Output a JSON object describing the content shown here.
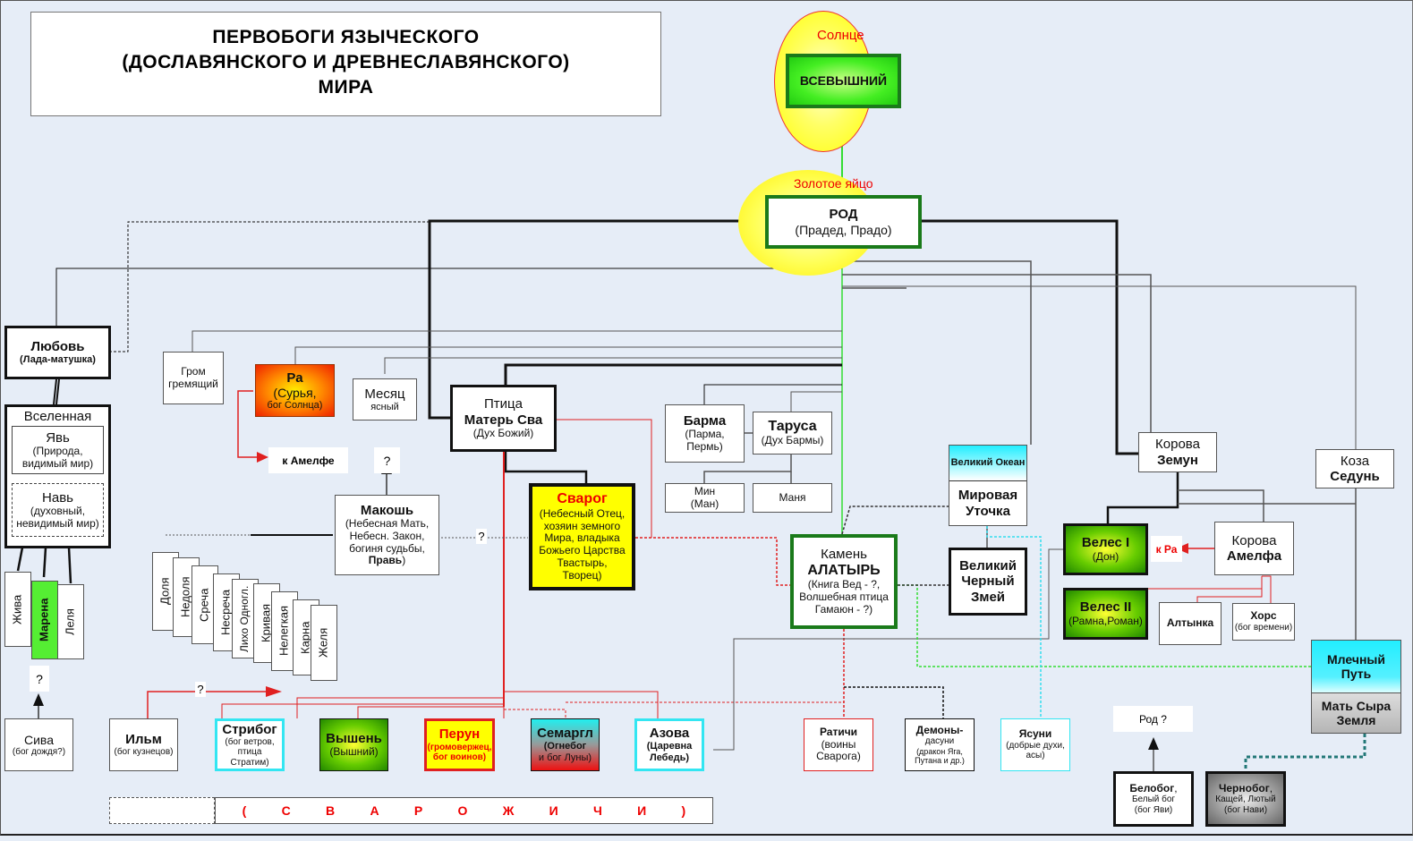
{
  "title": {
    "line1": "ПЕРВОБОГИ  ЯЗЫЧЕСКОГО",
    "line2": "(ДОСЛАВЯНСКОГО  И  ДРЕВНЕСЛАВЯНСКОГО)",
    "line3": "МИРА"
  },
  "sun": {
    "label": "Солнце",
    "god": "ВСЕВЫШНИЙ"
  },
  "egg": {
    "label": "Золотое  яйцо",
    "god": "РОД",
    "sub": "(Прадед, Прадо)"
  },
  "lyubov": {
    "name": "Любовь",
    "sub": "(Лада-матушка)"
  },
  "universe": {
    "label": "Вселенная",
    "yav": {
      "name": "Явь",
      "sub": "(Природа, видимый мир)"
    },
    "nav": {
      "name": "Навь",
      "sub": "(духовный, невидимый мир)"
    }
  },
  "daughters": [
    "Жива",
    "Марена",
    "Леля"
  ],
  "grom": {
    "line1": "Гром",
    "line2": "гремящий"
  },
  "ra": {
    "name": "Ра",
    "sub1": "(Сурья,",
    "sub2": "бог Солнца)"
  },
  "mesyats": {
    "name": "Месяц",
    "sub": "ясный"
  },
  "to_amelfa": "к  Амелфе",
  "question": "?",
  "makosh": {
    "name": "Макошь",
    "sub": "(Небесная Мать, Небесн. Закон, богиня судьбы,",
    "prav": "Правь",
    "close": ")"
  },
  "fates": [
    "Доля",
    "Недоля",
    "Среча",
    "Несреча",
    "Лихо Одногл.",
    "Кривая",
    "Нелегкая",
    "Карна",
    "Желя"
  ],
  "ptitsa": {
    "line1": "Птица",
    "name": "Матерь Сва",
    "sub": "(Дух Божий)"
  },
  "svarog": {
    "name": "Сварог",
    "sub": "(Небесный Отец, хозяин земного Мира, владыка Божьего Царства Твастырь, Творец)"
  },
  "barma": {
    "name": "Барма",
    "sub": "(Парма, Пермь)"
  },
  "tarusa": {
    "name": "Таруса",
    "sub": "(Дух Бармы)"
  },
  "min": {
    "line1": "Мин",
    "line2": "(Ман)"
  },
  "manya": "Маня",
  "ocean": {
    "top": "Великий Океан",
    "name": "Мировая Уточка"
  },
  "alatyr": {
    "line1": "Камень",
    "name": "АЛАТЫРЬ",
    "sub": "(Книга Вед - ?, Волшебная птица Гамаюн - ?)"
  },
  "zmey": {
    "name": "Великий Черный Змей"
  },
  "korova_zemun": {
    "line1": "Корова",
    "name": "Земун"
  },
  "koza": {
    "line1": "Коза",
    "name": "Седунь"
  },
  "veles1": {
    "name": "Велес I",
    "sub": "(Дон)"
  },
  "veles2": {
    "name": "Велес II",
    "sub": "(Рамна,Роман)"
  },
  "to_ra": "к  Ра",
  "amelfa": {
    "line1": "Корова",
    "name": "Амелфа"
  },
  "altynka": "Алтынка",
  "hors": {
    "name": "Хорс",
    "sub": "(бог времени)"
  },
  "mlechny": {
    "name": "Млечный Путь",
    "bottom": "Мать Сыра Земля"
  },
  "siva": {
    "name": "Сива",
    "sub": "(бог дождя?)"
  },
  "ilm": {
    "name": "Ильм",
    "sub": "(бог кузнецов)"
  },
  "stribog": {
    "name": "Стрибог",
    "sub": "(бог ветров, птица Стратим)"
  },
  "vyshen": {
    "name": "Вышень",
    "sub": "(Вышний)"
  },
  "perun": {
    "name": "Перун",
    "sub": "(громовержец, бог воинов)"
  },
  "semargl": {
    "name": "Семаргл",
    "sub1": "(Огнебог",
    "sub2": "и бог Луны)"
  },
  "azova": {
    "name": "Азова",
    "sub": "(Царевна Лебедь)"
  },
  "ratichi": {
    "name": "Ратичи",
    "sub": "(воины Сварога)"
  },
  "demony": {
    "name": "Демоны-",
    "sub1": "дасуни",
    "sub2": "(дракон Яга, Путана и др.)"
  },
  "yasuni": {
    "name": "Ясуни",
    "sub": "(добрые духи, асы)"
  },
  "rod_q": "Род ?",
  "belobog": {
    "name": "Белобог",
    "comma": ",",
    "sub1": "Белый бог",
    "sub2": "(бог Яви)"
  },
  "chernobog": {
    "name": "Чернобог",
    "comma": ",",
    "sub1": "Кащей, Лютый",
    "sub2": "(бог Нави)"
  },
  "svarozhichi": [
    "(",
    "С",
    "В",
    "А",
    "Р",
    "О",
    "Ж",
    "И",
    "Ч",
    "И",
    ")"
  ],
  "colors": {
    "red": "#e00000",
    "green": "#1e8a1e",
    "cyan": "#33e6f2",
    "yellow": "#ffff00",
    "bg": "#e6edf7"
  }
}
